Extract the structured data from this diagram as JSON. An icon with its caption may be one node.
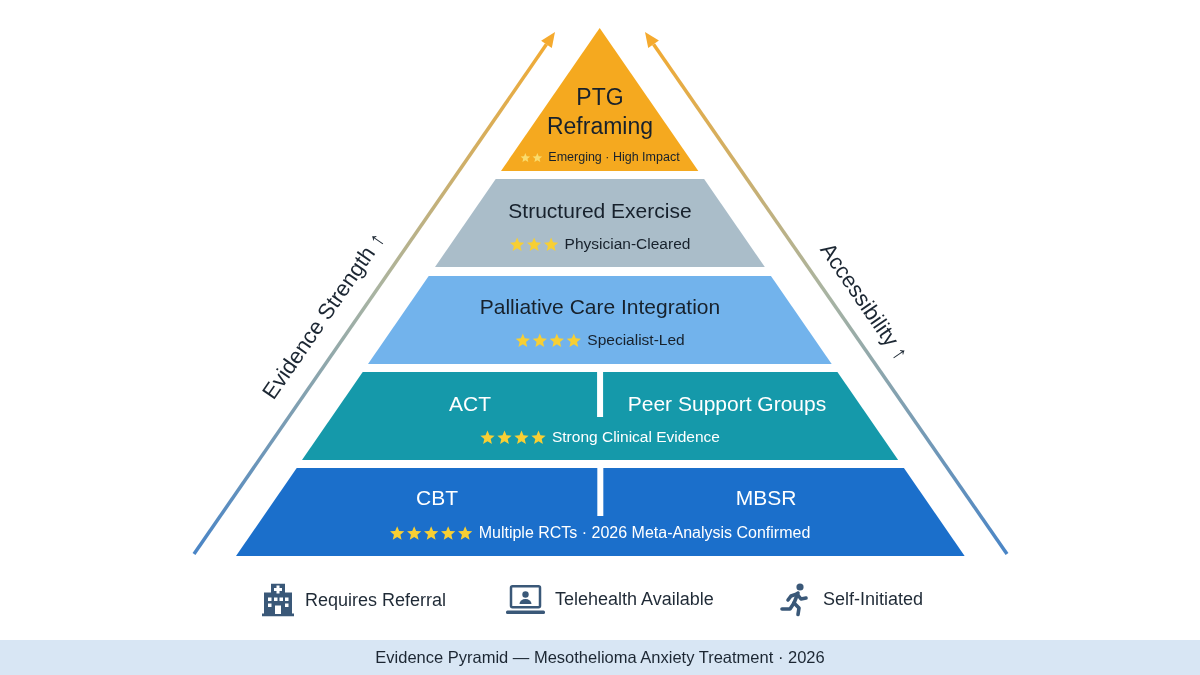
{
  "diagram": {
    "caption": "Evidence Pyramid — Mesothelioma Anxiety Treatment · 2026",
    "nodes": [
      {
        "text": [
          "PTG Reframing",
          "Emerging · High Impact"
        ]
      },
      {
        "text": [
          "Structured Exercise",
          "Physician-Cleared"
        ]
      },
      {
        "text": [
          "Palliative Care Integration",
          "Specialist-Led"
        ]
      },
      {
        "text": [
          "ACT",
          "Peer Support Groups",
          "Strong Clinical Evidence"
        ]
      },
      {
        "text": [
          "CBT",
          "MBSR",
          "Multiple RCTs · 2026 Meta-Analysis Confirmed"
        ]
      }
    ],
    "labels": [
      "Evidence Strength ↑",
      "Accessibility ↑"
    ],
    "legend": [
      {
        "text": "Requires Referral"
      },
      {
        "text": "Telehealth Available"
      },
      {
        "text": "Self-Initiated"
      }
    ]
  }
}
